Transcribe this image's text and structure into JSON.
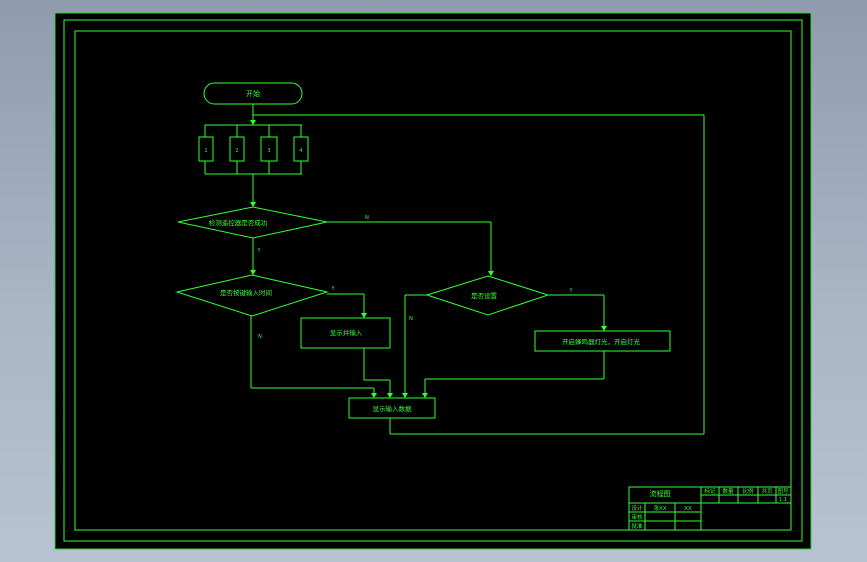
{
  "colors": {
    "line": "#33ff33",
    "paper": "#000000",
    "backdrop": "#a3b0c1"
  },
  "flowchart": {
    "start_label": "开始",
    "boxes": [
      "1",
      "2",
      "3",
      "4"
    ],
    "decision_check": "检测遥控器是否成功",
    "decision_key": "是否按键输入时间",
    "process_show_input": "显示并输入",
    "decision_set": "是否设置",
    "process_switch": "开启蜂鸣器灯光，开启灯光",
    "process_display": "显示输入数据",
    "branch_n": "N",
    "branch_y1": "Y",
    "branch_y2": "Y",
    "branch_y3": "Y",
    "branch_n2": "N",
    "branch_n3": "N"
  },
  "title_block": {
    "drawing_name": "流程图",
    "col_labels": [
      "标记",
      "数量",
      "比例",
      "共页",
      "图号"
    ],
    "scale_value": "1:1",
    "rows": [
      "设计",
      "审核",
      "批准"
    ],
    "row_values": [
      "张XX",
      "XX"
    ]
  }
}
